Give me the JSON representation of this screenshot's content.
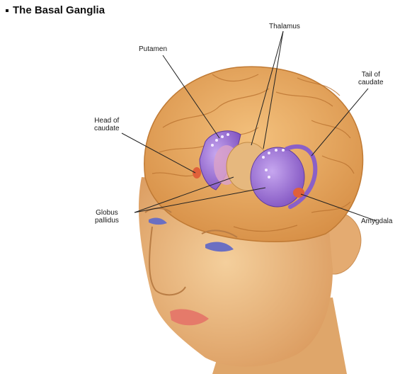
{
  "diagram": {
    "title": "The Basal Ganglia",
    "labels": {
      "thalamus": "Thalamus",
      "putamen": "Putamen",
      "tail_of_caudate_line1": "Tail of",
      "tail_of_caudate_line2": "caudate",
      "head_of_caudate_line1": "Head of",
      "head_of_caudate_line2": "caudate",
      "globus_pallidus_line1": "Globus",
      "globus_pallidus_line2": "pallidus",
      "amygdala": "Amygdala"
    },
    "colors": {
      "skin": "#e8b67a",
      "brain": "#e7a85c",
      "basal_ganglia": "#9a6fd0",
      "amygdala": "#e0603a",
      "lips": "#e57a6a"
    }
  }
}
